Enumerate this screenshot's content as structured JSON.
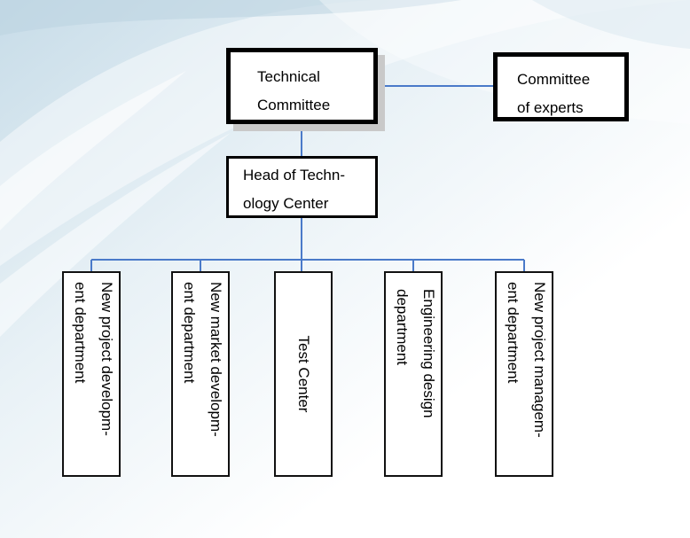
{
  "nodes": {
    "technical_committee": {
      "lines": [
        "Technical",
        "Committee"
      ]
    },
    "committee_of_experts": {
      "lines": [
        "Committee",
        "of experts"
      ]
    },
    "head_of_technology_center": {
      "lines": [
        "Head of Techn-",
        "ology Center"
      ]
    },
    "departments": [
      {
        "lines": [
          "New project developm-",
          "ent department"
        ]
      },
      {
        "lines": [
          "New market developm-",
          "ent department"
        ]
      },
      {
        "lines": [
          "Test Center"
        ]
      },
      {
        "lines": [
          "Engineering design",
          "department"
        ]
      },
      {
        "lines": [
          "New project managem-",
          "ent department"
        ]
      }
    ]
  },
  "colors": {
    "connector": "#4a7ac9",
    "border": "#000000",
    "background_tint": "#d6e6ef"
  }
}
